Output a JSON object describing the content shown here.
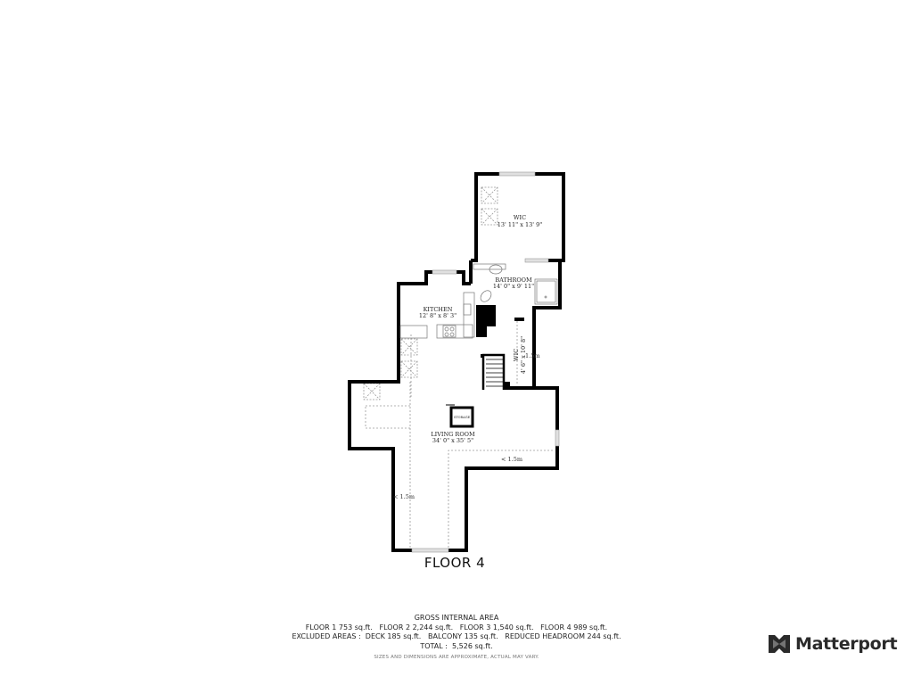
{
  "floor": {
    "title": "FLOOR 4"
  },
  "rooms": [
    {
      "name": "WIC",
      "dimensions": "13' 11\" x 13' 9\""
    },
    {
      "name": "BATHROOM",
      "dimensions": "14' 0\" x 9' 11\""
    },
    {
      "name": "KITCHEN",
      "dimensions": "12' 8\" x 8' 3\""
    },
    {
      "name": "WIC",
      "dimensions": "4' 6\" x 10' 8\""
    },
    {
      "name": "LIVING ROOM",
      "dimensions": "34' 0\" x 35' 5\""
    },
    {
      "name": "STORAGE",
      "dimensions": ""
    }
  ],
  "notes": {
    "low_headroom_1": "< 1.5m",
    "low_headroom_2": "< 1.5m",
    "low_headroom_3": "1.5m"
  },
  "area_summary": {
    "heading": "GROSS INTERNAL AREA",
    "floors_line": "FLOOR 1 753 sq.ft.   FLOOR 2 2,244 sq.ft.   FLOOR 3 1,540 sq.ft.   FLOOR 4 989 sq.ft.",
    "excluded_line": "EXCLUDED AREAS :  DECK 185 sq.ft.   BALCONY 135 sq.ft.   REDUCED HEADROOM 244 sq.ft.",
    "total_line": "TOTAL :  5,526 sq.ft.",
    "disclaimer": "SIZES AND DIMENSIONS ARE APPROXIMATE, ACTUAL MAY VARY."
  },
  "brand": {
    "name": "Matterport"
  },
  "colors": {
    "wall": "#000000",
    "dashed": "#9a9a9a",
    "window": "#d8d8d8",
    "text": "#222222"
  }
}
